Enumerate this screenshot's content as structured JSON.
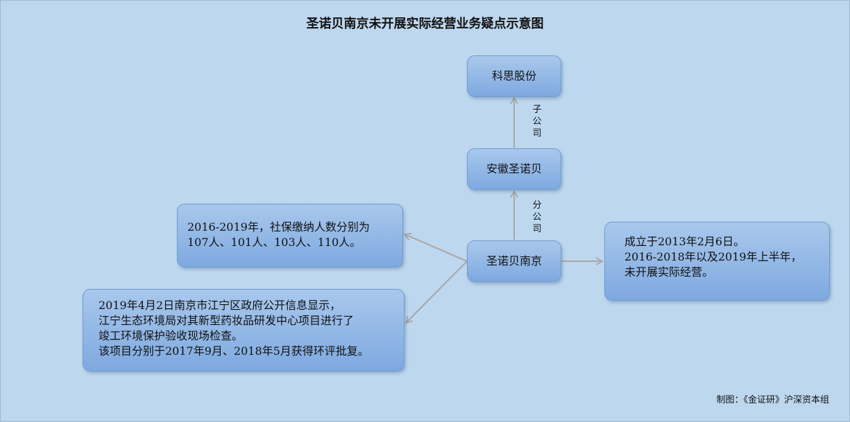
{
  "title": "圣诺贝南京未开展实际经营业务疑点示意图",
  "nodes": {
    "kesi": "科思股份",
    "anhui": "安徽圣诺贝",
    "nanjing": "圣诺贝南京",
    "social": [
      "2016-2019年，社保缴纳人数分别为",
      "107人、101人、103人、110人。"
    ],
    "env": [
      "2019年4月2日南京市江宁区政府公开信息显示，",
      "江宁生态环境局对其新型药妆品研发中心项目进行了",
      "竣工环境保护验收现场检查。",
      "该项目分别于2017年9月、2018年5月获得环评批复。"
    ],
    "established": [
      "成立于2013年2月6日。",
      "2016-2018年以及2019年上半年，",
      "未开展实际经营。"
    ]
  },
  "edges": {
    "subsidiary_label": [
      "子",
      "公",
      "司"
    ],
    "branch_label": [
      "分",
      "公",
      "司"
    ]
  },
  "colors": {
    "background": "#bdd7ee",
    "box": "#8fb4e5",
    "connector": "#a6a6a6"
  },
  "credit": "制图：《金证研》沪深资本组"
}
